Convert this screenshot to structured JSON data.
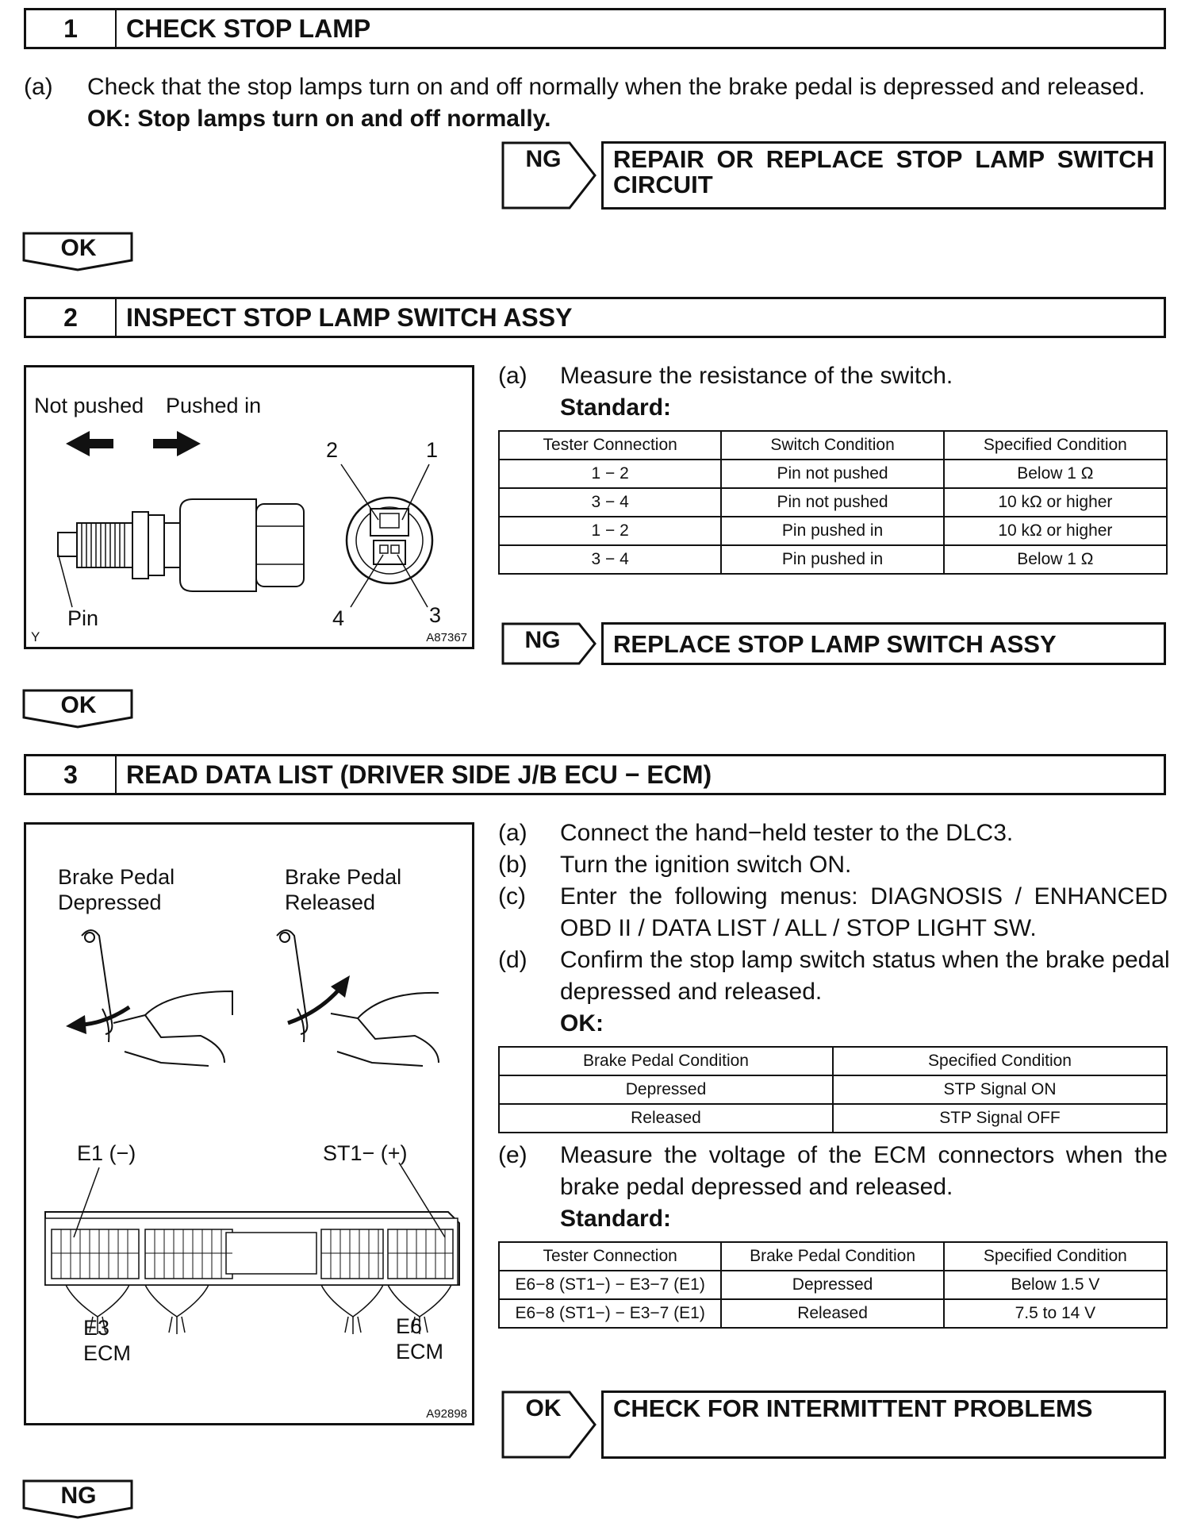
{
  "step1": {
    "number": "1",
    "title": "CHECK STOP LAMP",
    "item_a_marker": "(a)",
    "item_a_text": "Check that the stop lamps turn on and off normally when the brake pedal is depressed and released.",
    "ok_criteria": "OK: Stop lamps turn on and off normally.",
    "ng_label": "NG",
    "ng_action_line1": [
      "REPAIR",
      "OR",
      "REPLACE",
      "STOP",
      "LAMP",
      "SWITCH"
    ],
    "ng_action_line2": "CIRCUIT",
    "ok_flow_label": "OK"
  },
  "step2": {
    "number": "2",
    "title": "INSPECT STOP LAMP SWITCH ASSY",
    "figure": {
      "label_not_pushed": "Not pushed",
      "label_pushed_in": "Pushed in",
      "pin_label": "Pin",
      "terminal_1": "1",
      "terminal_2": "2",
      "terminal_3": "3",
      "terminal_4": "4",
      "corner_mark": "Y",
      "figure_id": "A87367"
    },
    "item_a_marker": "(a)",
    "item_a_text": "Measure the resistance of the switch.",
    "standard_label": "Standard:",
    "table": {
      "headers": [
        "Tester Connection",
        "Switch Condition",
        "Specified Condition"
      ],
      "rows": [
        [
          "1 − 2",
          "Pin not pushed",
          "Below 1 Ω"
        ],
        [
          "3 − 4",
          "Pin not pushed",
          "10 kΩ or higher"
        ],
        [
          "1 − 2",
          "Pin pushed in",
          "10 kΩ or higher"
        ],
        [
          "3 − 4",
          "Pin pushed in",
          "Below 1 Ω"
        ]
      ]
    },
    "ng_label": "NG",
    "ng_action": "REPLACE STOP LAMP SWITCH ASSY",
    "ok_flow_label": "OK"
  },
  "step3": {
    "number": "3",
    "title": "READ DATA LIST (DRIVER SIDE J/B ECU − ECM)",
    "figure": {
      "left_caption_line1": "Brake Pedal",
      "left_caption_line2": "Depressed",
      "right_caption_line1": "Brake Pedal",
      "right_caption_line2": "Released",
      "e1_label": "E1 (−)",
      "st1_label": "ST1− (+)",
      "e3_label": "E3",
      "e3_ecm": "ECM",
      "e6_label": "E6",
      "e6_ecm": "ECM",
      "figure_id": "A92898"
    },
    "items": [
      {
        "marker": "(a)",
        "text": "Connect the hand−held tester to the DLC3."
      },
      {
        "marker": "(b)",
        "text": "Turn the ignition switch ON."
      },
      {
        "marker": "(c)",
        "line1": [
          "Enter",
          "the",
          "following",
          "menus:",
          "DIAGNOSIS",
          "/",
          "ENHANCED"
        ],
        "line2": "OBD II / DATA LIST / ALL / STOP LIGHT SW."
      },
      {
        "marker": "(d)",
        "line1": "Confirm the stop lamp switch status when the brake pedal",
        "line2": "depressed and released."
      },
      {
        "marker": "(e)",
        "line1": [
          "Measure",
          "the",
          "voltage",
          "of",
          "the",
          "ECM",
          "connectors",
          "when",
          "the"
        ],
        "line2": "brake pedal depressed and released."
      }
    ],
    "ok_label": "OK:",
    "table1": {
      "headers": [
        "Brake Pedal Condition",
        "Specified Condition"
      ],
      "rows": [
        [
          "Depressed",
          "STP Signal ON"
        ],
        [
          "Released",
          "STP Signal OFF"
        ]
      ]
    },
    "standard_label": "Standard:",
    "table2": {
      "headers": [
        "Tester Connection",
        "Brake Pedal Condition",
        "Specified Condition"
      ],
      "rows": [
        [
          "E6−8 (ST1−) − E3−7 (E1)",
          "Depressed",
          "Below 1.5 V"
        ],
        [
          "E6−8 (ST1−) − E3−7 (E1)",
          "Released",
          "7.5 to 14 V"
        ]
      ]
    },
    "ok_result_label": "OK",
    "ok_action": "CHECK FOR INTERMITTENT PROBLEMS",
    "ng_flow_label": "NG"
  }
}
